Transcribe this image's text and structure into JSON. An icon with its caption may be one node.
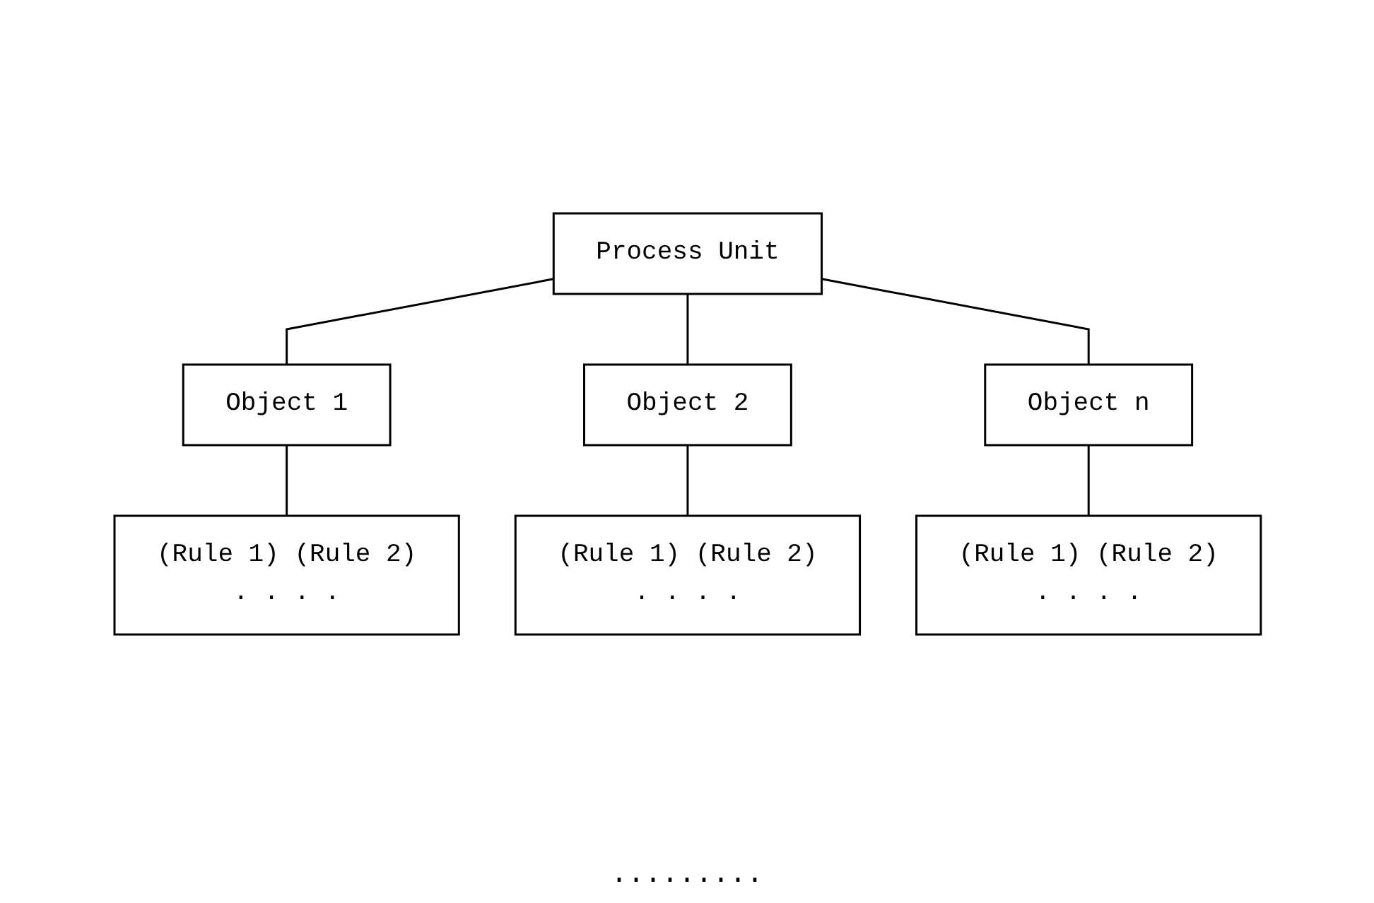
{
  "diagram": {
    "nodes": [
      {
        "text": [
          "Process Unit"
        ]
      },
      {
        "text": [
          "Object 1"
        ]
      },
      {
        "text": [
          "Object 2"
        ]
      },
      {
        "text": [
          "Object n"
        ]
      },
      {
        "text": [
          "(Rule 1) (Rule 2)",
          ". . . ."
        ]
      },
      {
        "text": [
          "(Rule 1) (Rule 2)",
          ". . . ."
        ]
      },
      {
        "text": [
          "(Rule 1) (Rule 2)",
          ". . . ."
        ]
      }
    ],
    "edges": [
      {
        "from": 0,
        "to": 1,
        "arrow": "none"
      },
      {
        "from": 0,
        "to": 2,
        "arrow": "none"
      },
      {
        "from": 0,
        "to": 3,
        "arrow": "none"
      },
      {
        "from": 1,
        "to": 4,
        "arrow": "none"
      },
      {
        "from": 2,
        "to": 5,
        "arrow": "none"
      },
      {
        "from": 3,
        "to": 6,
        "arrow": "none"
      }
    ],
    "labels": [
      "........."
    ]
  }
}
